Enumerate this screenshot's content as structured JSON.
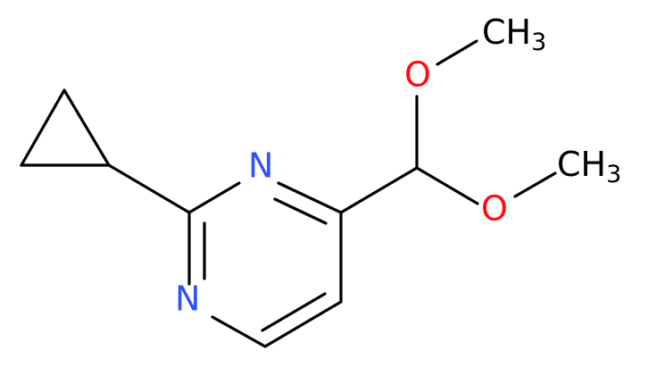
{
  "colors": {
    "bond": "#000000",
    "nitrogen": "#3050F8",
    "oxygen": "#FF0D0D",
    "carbon": "#000000"
  },
  "atoms": {
    "n1": "N",
    "n3": "N",
    "o_top": "O",
    "o_bottom": "O",
    "ch3_top_main": "CH",
    "ch3_top_sub": "3",
    "ch3_bottom_main": "CH",
    "ch3_bottom_sub": "3"
  }
}
